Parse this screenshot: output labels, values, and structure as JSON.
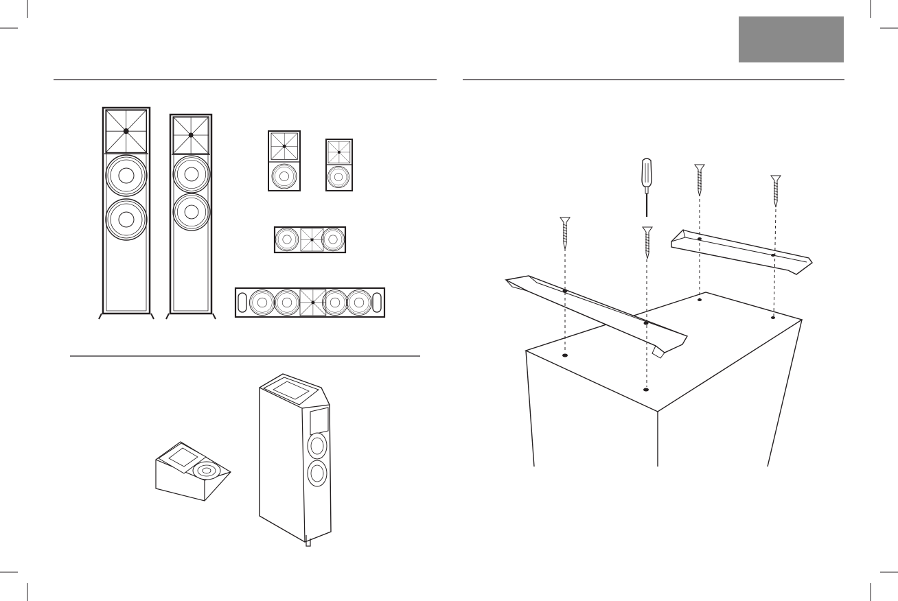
{
  "page": {
    "title_tab": {
      "color": "#8a8a8a",
      "text": ""
    },
    "sections": [
      {
        "name": "speaker-lineup",
        "text": ""
      },
      {
        "name": "height-speakers",
        "text": ""
      },
      {
        "name": "base-installation",
        "text": ""
      }
    ],
    "colors": {
      "ink": "#231f20",
      "rule": "#231f20",
      "tab": "#8a8a8a"
    },
    "icons": [
      "crop-mark-icon",
      "tower-speaker-icon",
      "bookshelf-speaker-icon",
      "center-speaker-icon",
      "soundbar-speaker-icon",
      "elevation-speaker-icon",
      "screwdriver-icon",
      "screw-icon",
      "base-bracket-icon"
    ]
  }
}
